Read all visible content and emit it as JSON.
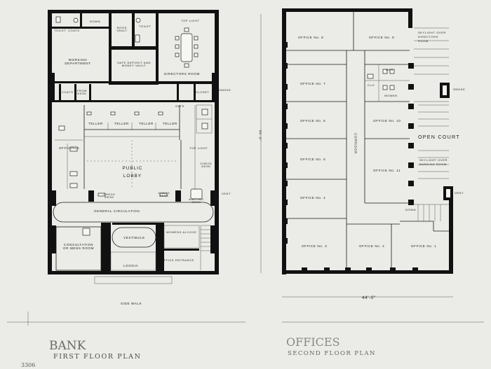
{
  "bank": {
    "title": "BANK",
    "subtitle": "FIRST FLOOR PLAN",
    "catalog": "3306",
    "rooms": {
      "toilet_1": "TOILET",
      "coats": "COATS",
      "down": "DOWN",
      "book_vault": "BOOK VAULT",
      "toilet_2": "TOILET",
      "top_light_1": "TOP LIGHT",
      "working_department": "WORKING DEPARTMENT",
      "safe_deposit": "SAFE DEPOSIT AND MONEY VAULT",
      "directors_room": "DIRECTORS ROOM",
      "coats_2": "COATS",
      "from_desk": "FROM DESK",
      "closet": "CLOSET",
      "smoke": "SMOKE",
      "gate": "GATE",
      "teller_1": "TELLER",
      "teller_2": "TELLER",
      "teller_3": "TELLER",
      "teller_4": "TELLER",
      "officials": "OFFICIALS",
      "top_light_2": "TOP LIGHT",
      "check_desk_1": "CHECK DESK",
      "public_lobby": "PUBLIC LOBBY",
      "check_desk_2": "CHECK DESK",
      "check_desk_3": "CHECK DESK",
      "writing_desk": "WRITING DESK",
      "vent": "VENT",
      "general_circulation": "GENERAL CIRCULATION",
      "consultation": "CONSULTATION OR MENS ROOM",
      "vestibule": "VESTIBULE",
      "womens_alcove": "WOMENS ALCOVE",
      "loggia": "LOGGIA",
      "office_entrance": "OFFICE ENTRANCE",
      "side_walk": "SIDE WALK",
      "dimension": "85'-0\""
    }
  },
  "offices": {
    "title": "OFFICES",
    "subtitle": "SECOND FLOOR PLAN",
    "rooms": {
      "office_8": "OFFICE No. 8",
      "office_9": "OFFICE No. 9",
      "skylight_directors": "SKYLIGHT OVER DIRECTORS ROOM",
      "men": "MEN",
      "office_7": "OFFICE No. 7",
      "clo": "CLO",
      "women": "WOMEN",
      "smoke": "SMOKE",
      "office_6": "OFFICE No. 6",
      "office_10": "OFFICE No. 10",
      "open_court": "OPEN COURT",
      "office_5": "OFFICE No. 5",
      "corridor": "CORRIDOR",
      "office_11": "OFFICE No. 11",
      "skylight_banking": "SKYLIGHT OVER BANKING ROOM",
      "office_4": "OFFICE No. 4",
      "vent": "VENT",
      "down": "DOWN",
      "office_3": "OFFICE No. 3",
      "office_2": "OFFICE No. 2",
      "office_1": "OFFICE No. 1",
      "dimension": "44'-0\""
    }
  }
}
